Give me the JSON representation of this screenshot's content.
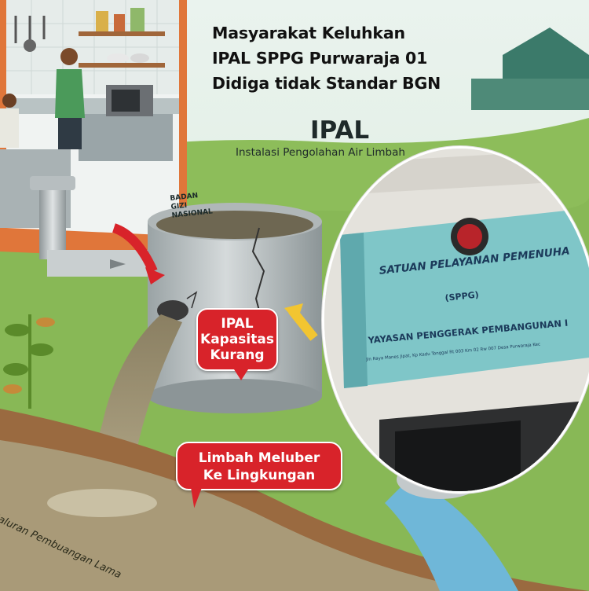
{
  "headline": {
    "line1": "Masyarakat Keluhkan",
    "line2": "IPAL SPPG Purwaraja 01",
    "line3": "Didiga tidak Standar BGN"
  },
  "illustration": {
    "ipal_title": "IPAL",
    "ipal_subtitle": "Instalasi Pengolahan Air Limbah",
    "bubble_capacity": {
      "line1": "IPAL",
      "line2": "Kapasitas",
      "line3": "Kurang"
    },
    "bubble_overflow": {
      "line1": "Limbah Meluber",
      "line2": "Ke Lingkungan"
    },
    "channel_label": "Saluran Pembuangan Lama"
  },
  "photo_inset": {
    "logo_text": {
      "line1": "BADAN",
      "line2": "GIZI",
      "line3": "NASIONAL"
    },
    "banner_line1": "SATUAN PELAYANAN PEMENUHA",
    "banner_line2": "(SPPG)",
    "banner_line3": "YAYASAN PENGGERAK PEMBANGUNAN I",
    "address": "Jln Raya Manes Jipat, Kp Kadu Tonggal Rt 003 Km 02 Rw 007 Desa Purwaraja Kec"
  },
  "colors": {
    "grass": "#8dbd5a",
    "bubble_red": "#d8232a",
    "banner_teal": "#7fc6c8",
    "wall_orange": "#e0763a",
    "water": "#6fb7d8"
  }
}
